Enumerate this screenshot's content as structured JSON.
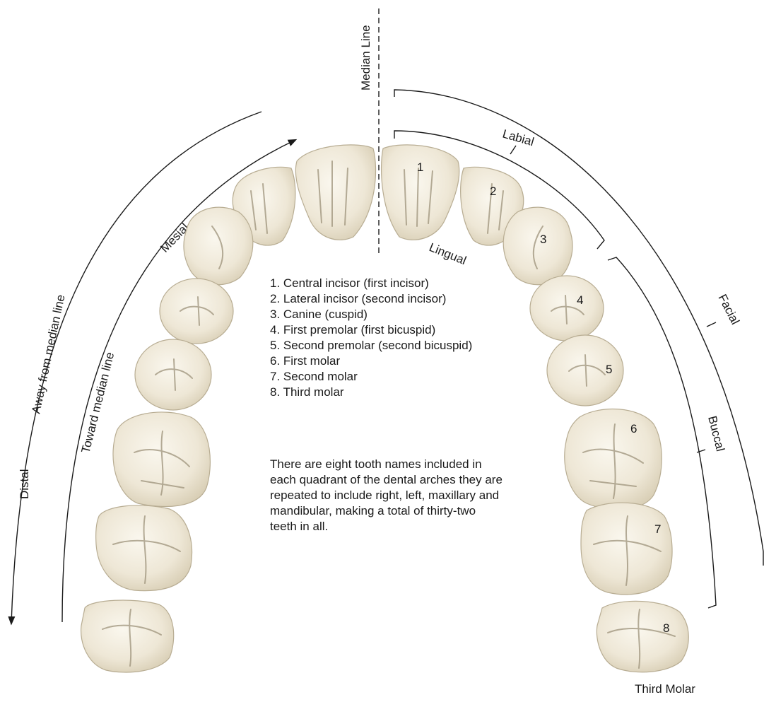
{
  "labels": {
    "median_line": "Median Line",
    "labial": "Labial",
    "lingual": "Lingual",
    "facial": "Facial",
    "buccal": "Buccal",
    "mesial": "Mesial",
    "distal": "Distal",
    "away_from_median": "Away from median line",
    "toward_median": "Toward median line",
    "third_molar": "Third Molar"
  },
  "teeth": [
    {
      "number": "1",
      "name": "1. Central incisor (first incisor)"
    },
    {
      "number": "2",
      "name": "2. Lateral incisor (second incisor)"
    },
    {
      "number": "3",
      "name": "3. Canine (cuspid)"
    },
    {
      "number": "4",
      "name": "4. First premolar (first bicuspid)"
    },
    {
      "number": "5",
      "name": "5. Second premolar (second bicuspid)"
    },
    {
      "number": "6",
      "name": "6. First molar"
    },
    {
      "number": "7",
      "name": "7. Second molar"
    },
    {
      "number": "8",
      "name": "8. Third molar"
    }
  ],
  "note": "There are eight tooth names included in each quadrant of the dental arches they are repeated to include right, left, maxillary and mandibular, making a total of thirty-two teeth in all.",
  "colors": {
    "enamel_light": "#f7f3e6",
    "enamel_dark": "#ddd3bc",
    "line": "#1a1a1a"
  }
}
